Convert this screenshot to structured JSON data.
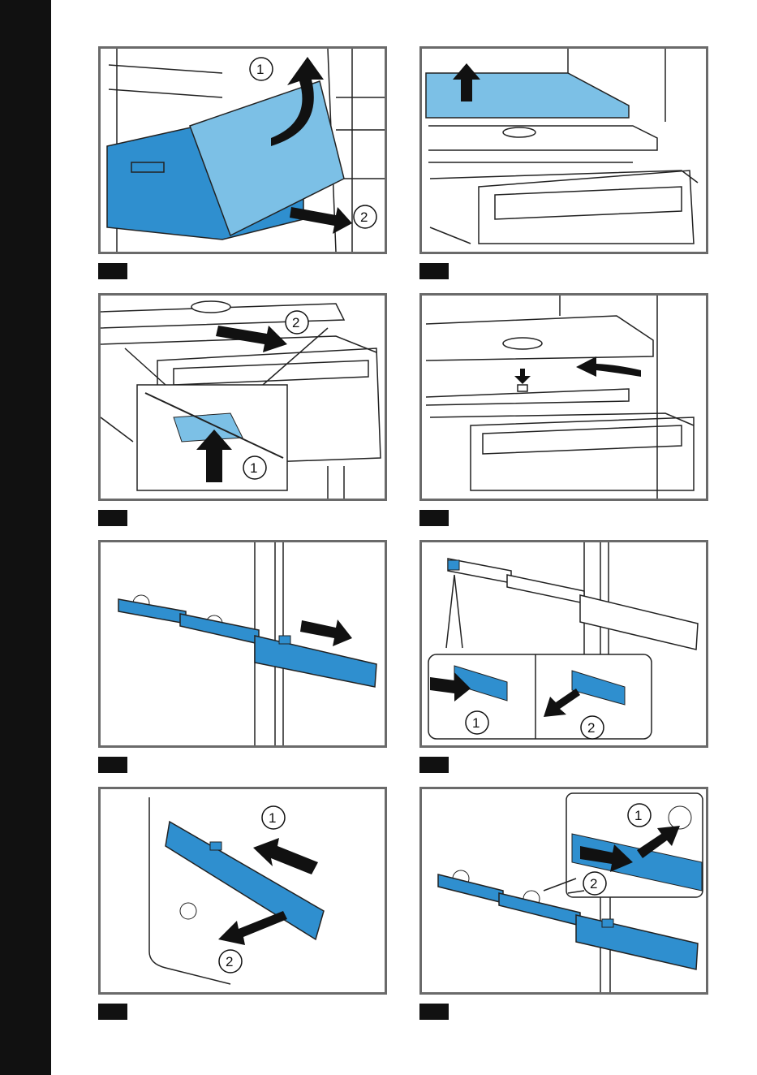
{
  "colors": {
    "accent_blue": "#2f8fcf",
    "light_blue": "#7cc0e6",
    "frame_gray": "#6a6a6a",
    "line": "#222222",
    "tab": "#111111"
  },
  "figures": [
    {
      "id": "fig-1",
      "callouts": [
        "1",
        "2"
      ],
      "icons": [
        "curved-up-arrow-icon",
        "pull-arrow-icon"
      ]
    },
    {
      "id": "fig-2",
      "callouts": [],
      "icons": [
        "up-arrow-icon"
      ]
    },
    {
      "id": "fig-3",
      "callouts": [
        "2",
        "1"
      ],
      "icons": [
        "pull-arrow-icon",
        "push-up-arrow-icon"
      ]
    },
    {
      "id": "fig-4",
      "callouts": [],
      "icons": [
        "down-arrow-icon",
        "curved-push-arrow-icon"
      ]
    },
    {
      "id": "fig-5",
      "callouts": [],
      "icons": [
        "pull-arrow-icon"
      ]
    },
    {
      "id": "fig-6",
      "callouts": [
        "1",
        "2"
      ],
      "icons": [
        "push-arrow-icon",
        "pull-arrow-icon"
      ]
    },
    {
      "id": "fig-7",
      "callouts": [
        "1",
        "2"
      ],
      "icons": [
        "push-arrow-icon",
        "pull-arrow-icon"
      ]
    },
    {
      "id": "fig-8",
      "callouts": [
        "1",
        "2"
      ],
      "icons": [
        "push-arrow-icon",
        "push-arrow-icon"
      ]
    }
  ]
}
